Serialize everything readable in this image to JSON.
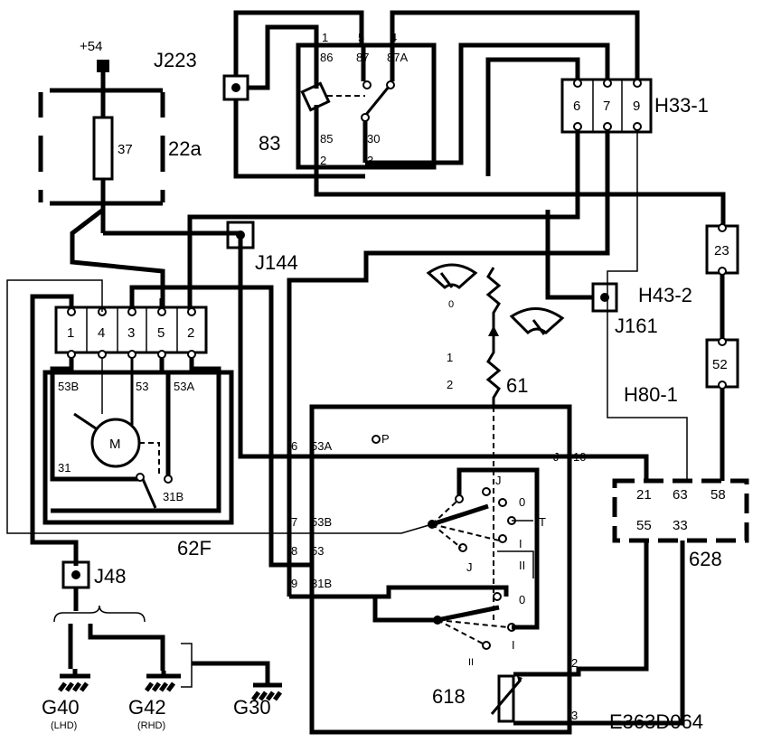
{
  "supply": "+54",
  "fuse": {
    "number": "37",
    "box": "22a"
  },
  "relay": {
    "id": "83",
    "terminals": [
      "86",
      "87",
      "87A",
      "85",
      "30"
    ],
    "pins": [
      "1",
      "5",
      "4",
      "2",
      "3"
    ]
  },
  "connectors": {
    "j223": "J223",
    "j144": "J144",
    "j161": "J161",
    "j48": "J48",
    "h33": "H33-1",
    "h33_pins": [
      "6",
      "7",
      "9"
    ],
    "h43": "H43-2",
    "h43_pin": "23",
    "h80": "H80-1",
    "h80_pin": "52"
  },
  "motor": {
    "id": "62F",
    "symbol": "M",
    "pins": [
      "1",
      "4",
      "3",
      "5",
      "2"
    ],
    "labels": {
      "a": "53B",
      "b": "53",
      "c": "53A",
      "d": "31",
      "e": "31B"
    }
  },
  "switch": {
    "id": "61",
    "wires": [
      "1",
      "2"
    ],
    "gauge_zero": "0",
    "terms": [
      {
        "num": "6",
        "name": "53A"
      },
      {
        "num": "7",
        "name": "53B"
      },
      {
        "num": "8",
        "name": "53"
      },
      {
        "num": "9",
        "name": "31B"
      }
    ],
    "p": "P",
    "j": "J",
    "j_wire": "10",
    "positions_top": [
      "J",
      "0",
      "T",
      "I",
      "J",
      "II"
    ],
    "positions_bottom": [
      "0",
      "I",
      "II"
    ]
  },
  "module": {
    "id": "628",
    "pins": [
      "21",
      "63",
      "58",
      "55",
      "33"
    ]
  },
  "resistor": {
    "id": "618",
    "wires": [
      "2",
      "3"
    ]
  },
  "grounds": {
    "g40": "G40",
    "g40_note": "(LHD)",
    "g42": "G42",
    "g42_note": "(RHD)",
    "g30": "G30"
  },
  "ref": "E363D064"
}
